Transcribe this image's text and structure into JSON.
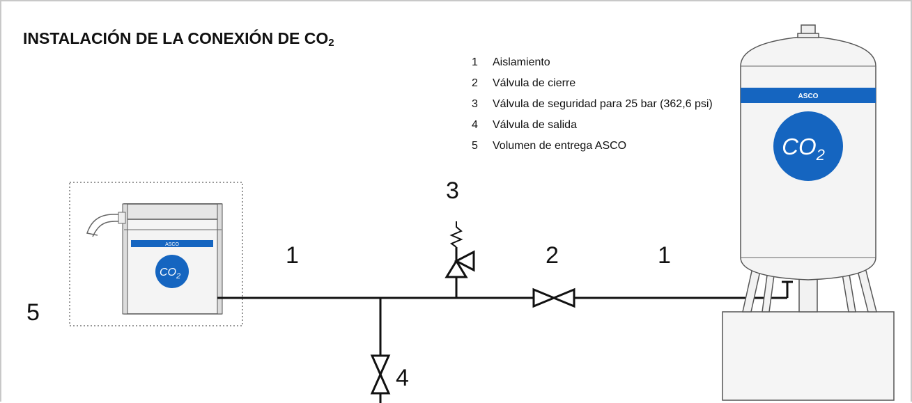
{
  "title": {
    "main": "INSTALACIÓN DE LA CONEXIÓN DE CO",
    "subscript": "2"
  },
  "legend": [
    {
      "num": "1",
      "text": "Aislamiento"
    },
    {
      "num": "2",
      "text": "Válvula de cierre"
    },
    {
      "num": "3",
      "text": "Válvula de seguridad para 25 bar (362,6 psi)"
    },
    {
      "num": "4",
      "text": "Válvula de salida"
    },
    {
      "num": "5",
      "text": "Volumen de entrega ASCO"
    }
  ],
  "diagram": {
    "callouts": {
      "insulation_left": "1",
      "shutoff_valve": "2",
      "safety_valve": "3",
      "outlet_valve": "4",
      "delivery_volume": "5",
      "insulation_right": "1"
    },
    "tank": {
      "brand": "ASCO",
      "badge_main": "CO",
      "badge_sub": "2"
    },
    "small_unit": {
      "brand": "ASCO",
      "badge_main": "CO",
      "badge_sub": "2"
    },
    "colors": {
      "brand_blue": "#1565c0",
      "line": "#111111",
      "frame": "#c8c8c8"
    }
  }
}
